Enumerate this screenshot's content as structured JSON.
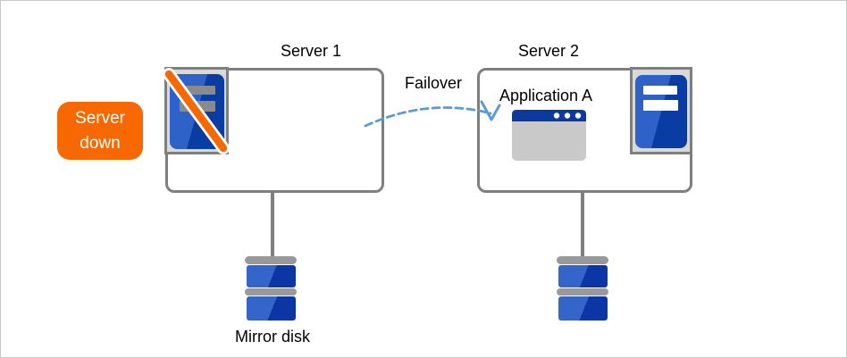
{
  "diagram": {
    "server1": {
      "title": "Server 1"
    },
    "server2": {
      "title": "Server 2",
      "application": "Application A"
    },
    "failover": {
      "label": "Failover"
    },
    "server_down_badge": {
      "line1": "Server",
      "line2": "down"
    },
    "mirror_disk": {
      "label": "Mirror disk"
    }
  },
  "icons": {
    "server1": "server-tower-with-orange-slash (down)",
    "server2": "server-tower (running)",
    "application": "application-window with blue title bar and three dots",
    "mirror_disk": "stacked-disk cylinders",
    "failover_arrow": "dashed curved arrow left-to-right"
  },
  "colors": {
    "down_orange": "#F76900",
    "arrow_blue": "#5B9BD5",
    "server_blue_light": "#2E62C8",
    "server_blue_dark": "#0A3DA3",
    "disk_blue_light": "#3465C9",
    "disk_blue_dark": "#0C35A6",
    "titlebar_blue": "#0A3A9E",
    "window_body_gray": "#C9C9C9",
    "box_border_gray": "#7F7F7F",
    "icon_bg_gray": "#D9D9D9",
    "disk_bar_gray": "#999999",
    "down_bar_gray": "#8A8A8A"
  }
}
